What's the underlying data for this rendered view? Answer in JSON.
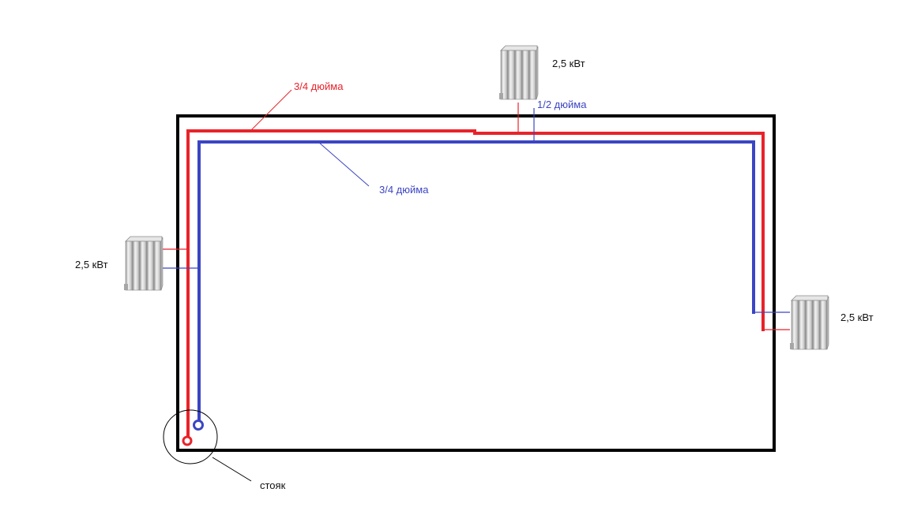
{
  "labels": {
    "supply_pipe": "3/4 дюйма",
    "return_pipe": "3/4 дюйма",
    "branch_pipe": "1/2 дюйма",
    "riser": "стояк",
    "radiator_top_power": "2,5 кВт",
    "radiator_left_power": "2,5 кВт",
    "radiator_right_power": "2,5 кВт"
  },
  "colors": {
    "supply": "#e8232a",
    "return": "#3b45c4",
    "wall": "#000000",
    "text": "#111111",
    "radiator": "#c9c9c9"
  },
  "icons": {
    "radiator": "radiator-icon",
    "riser": "riser-circle-icon"
  }
}
